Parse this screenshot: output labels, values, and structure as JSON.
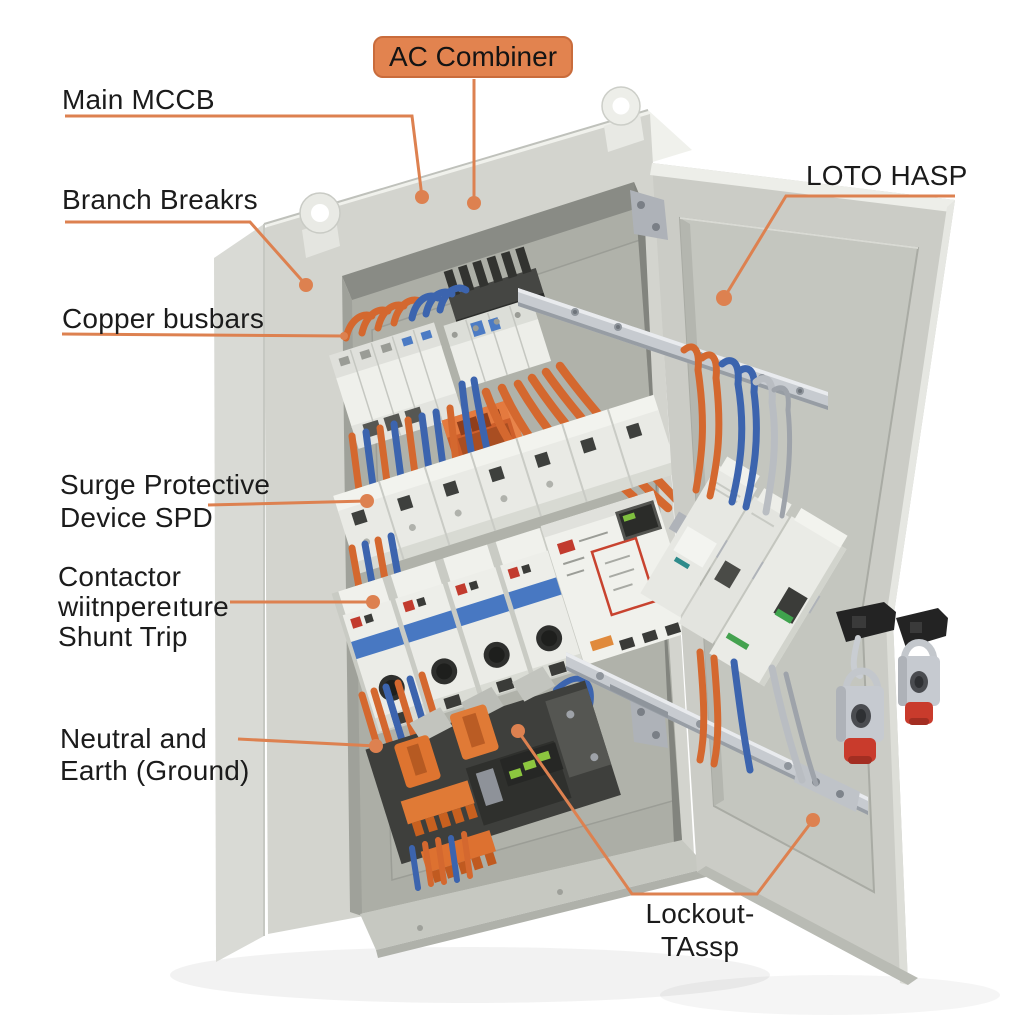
{
  "badge": {
    "label": "AC Combiner"
  },
  "callouts": {
    "main_mccb": "Main MCCB",
    "branch_breakers": "Branch Breakrs",
    "copper_busbars": "Copper busbars",
    "spd_line1": "Surge Protective",
    "spd_line2": "Device SPD",
    "contactor_line1": "Contactor",
    "contactor_line2": "wiitnpereıture",
    "contactor_line3": "Shunt Trip",
    "neutral_line1": "Neutral and",
    "neutral_line2": "Earth (Ground)",
    "loto_hasp": "LOTO HASP",
    "lockout_line1": "Lockout-",
    "lockout_line2": "TAssp"
  },
  "colors": {
    "leader": "#DD8150",
    "badge_fill": "#E2834F",
    "badge_border": "#C96C3C",
    "text": "#1B1B1B"
  }
}
